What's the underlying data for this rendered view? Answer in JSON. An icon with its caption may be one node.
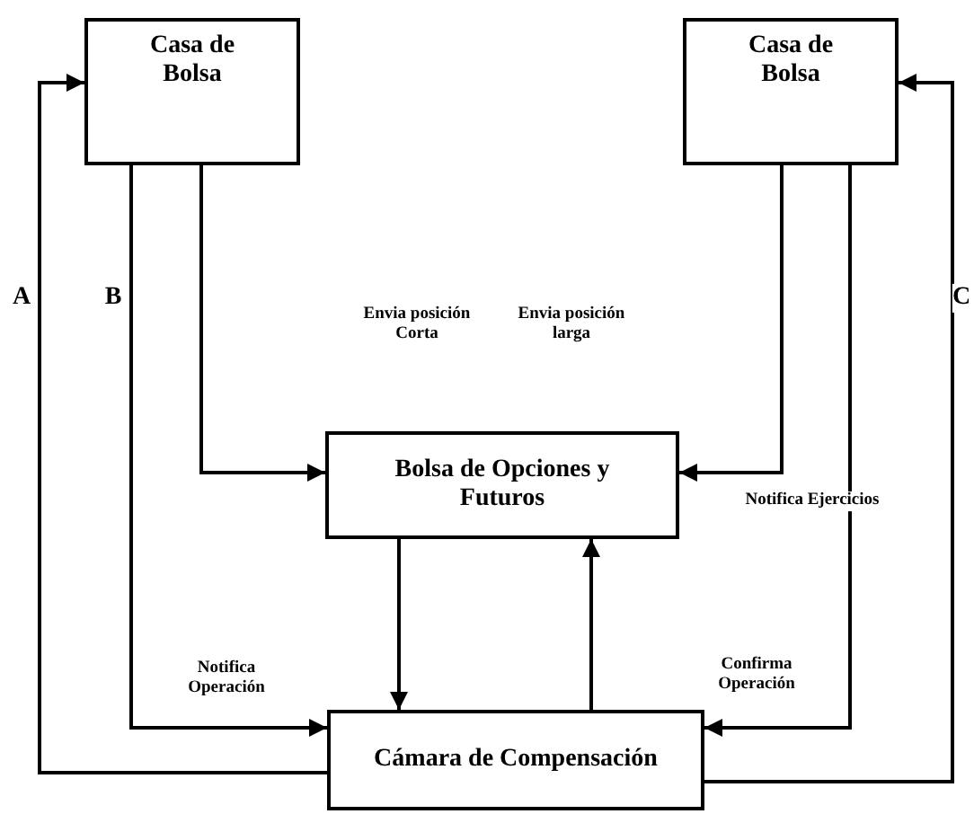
{
  "diagram": {
    "nodes": [
      {
        "text": [
          "Casa de Bolsa"
        ]
      },
      {
        "text": [
          "Casa de Bolsa"
        ]
      },
      {
        "text": [
          "Bolsa de Opciones y Futuros"
        ]
      },
      {
        "text": [
          "Cámara de Compensación"
        ]
      }
    ],
    "edges": [
      {
        "from": 3,
        "to": 0,
        "arrow": "to"
      },
      {
        "from": 0,
        "to": 3,
        "arrow": "to",
        "label": "Notifica Operación"
      },
      {
        "from": 0,
        "to": 2,
        "arrow": "to"
      },
      {
        "from": 1,
        "to": 2,
        "arrow": "to",
        "label": "Notifica Ejercicios"
      },
      {
        "from": 1,
        "to": 3,
        "arrow": "to",
        "label": "Confirma Operación"
      },
      {
        "from": 2,
        "to": 3,
        "arrow": "to"
      },
      {
        "from": 3,
        "to": 2,
        "arrow": "to"
      },
      {
        "from": 3,
        "to": 1,
        "arrow": "to"
      }
    ],
    "labels": [
      "A",
      "B",
      "C",
      "Envia posición Corta",
      "Envia posición larga"
    ]
  }
}
